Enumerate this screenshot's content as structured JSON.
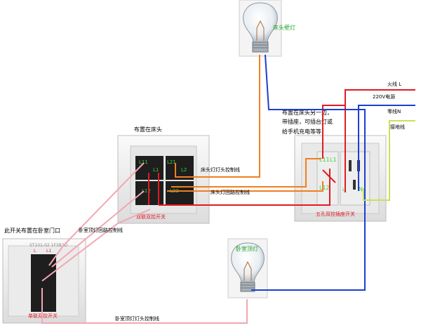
{
  "colors": {
    "live": "#e01b24",
    "neutral": "#1c3fd1",
    "ground": "#c8e05a",
    "lamp_wire": "#f07f1f",
    "pink_wire": "#f2a7b4",
    "panel": "#f1f1f1",
    "rocker": "#222222",
    "label": "#000000",
    "green_text": "#2aa52a",
    "red_text": "#e01b24"
  },
  "bulbs": {
    "bedside": {
      "label": "床头壁灯"
    },
    "ceiling": {
      "label": "卧室顶灯"
    }
  },
  "power": {
    "live": "火线 L",
    "voltage": "220V电源",
    "neutral": "零线N",
    "ground": "接地线"
  },
  "double_switch": {
    "caption": "布置在床头",
    "terminals": {
      "l11": "L11",
      "l1": "L1",
      "l21": "L21",
      "l2": "L2",
      "l12": "L12",
      "l22": "L22"
    },
    "brand": "双联双控开关"
  },
  "single_switch": {
    "caption": "此开关布置在卧室门口",
    "model": "ST101-02 1F3B2D",
    "terminals": {
      "l": "L",
      "l1": "L1"
    },
    "brand": "单联双控开关"
  },
  "socket": {
    "caption": [
      "布置在床头另一边，",
      "带插座，可插台灯或",
      "给手机充电等等"
    ],
    "terminals": {
      "l11": "L11",
      "l1": "L1",
      "l12": "L12",
      "l": "L",
      "n": "N"
    },
    "brand": "五孔双控插座开关"
  },
  "wire_labels": {
    "bedside_head": "床头灯灯头控制线",
    "bedside_loop": "床头灯回路控制线",
    "bedroom_loop": "卧室顶灯回路控制线",
    "bedroom_head": "卧室顶灯灯头控制线"
  }
}
